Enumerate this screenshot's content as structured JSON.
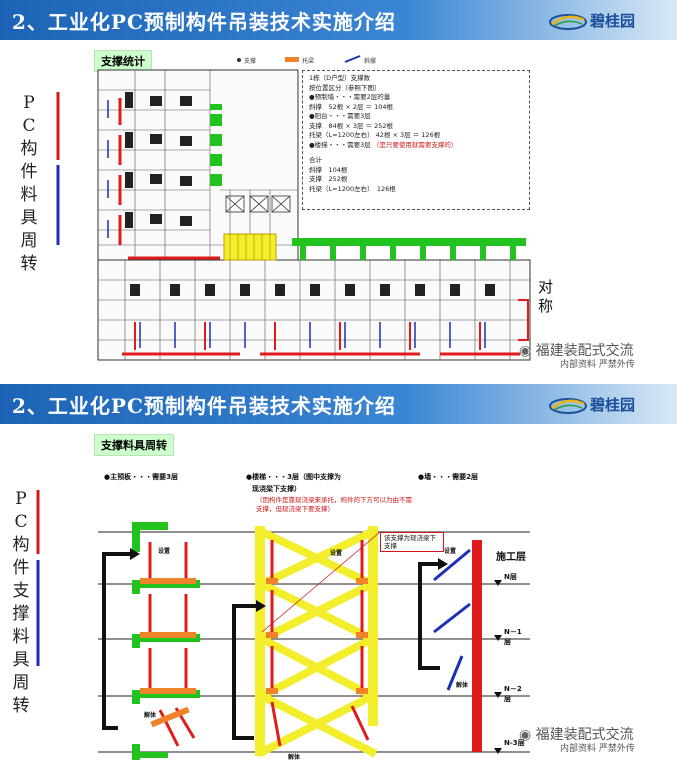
{
  "header": {
    "title": "2、工业化PC预制构件吊装技术实施介绍",
    "logo_text": "碧桂园"
  },
  "slide1": {
    "section": "支撑统计",
    "side_label": "PC构件料具周转",
    "legend": [
      "支撑",
      "托梁",
      "斜撑"
    ],
    "symmetric": "对称",
    "note": {
      "lines": [
        "1栋（D户型）支撑数",
        "按位置区分（参照下图）",
        "●预制墙・・・需要2层的量",
        "斜撑　52根 × 2层 ＝ 104根",
        "●阳台・・・需要3层",
        "支撑　84根 × 3层 ＝ 252根",
        "托梁（L=1200左右） 42根 × 3层 ＝ 126根",
        "●楼梯・・・需要3层"
      ],
      "red_note": "（是只要使用就需要支撑的）",
      "total_title": "合计",
      "total_lines": [
        "斜撑　104根",
        "支撑　252根",
        "托梁（L=1200左右）　126根"
      ]
    }
  },
  "slide2": {
    "section": "支撑料具周转",
    "side_label": "PC构件支撑料具周转",
    "captions": {
      "slab": "●主预板・・・需要3层",
      "stair": "●楼梯・・・3层（图中支撑为",
      "stair2": "现浇梁下支撑）",
      "wall": "●墙・・・需要2层"
    },
    "stair_note": "（因构件是靠现浇梁来承托，构件的下方可以为由不需支撑，但现浇梁下要支撑）",
    "callout": "该支撑为现浇梁下支撑",
    "labels": {
      "install1": "设置",
      "install2": "设置",
      "install3": "设置",
      "remove1": "解体",
      "remove2": "解体",
      "remove3": "解体"
    },
    "levels": {
      "work": "施工层",
      "n": "N层",
      "n1": "N－1层",
      "n2": "N－2层",
      "n3": "N-3层"
    }
  },
  "watermark": {
    "main": "福建装配式交流",
    "sub": "内部资料 严禁外传"
  },
  "colors": {
    "banner": "#1c63b6",
    "green": "#22c21f",
    "red": "#e01b1b",
    "blue": "#1b2fb8",
    "yellow": "#f2ee2c",
    "orange": "#f0822a"
  }
}
